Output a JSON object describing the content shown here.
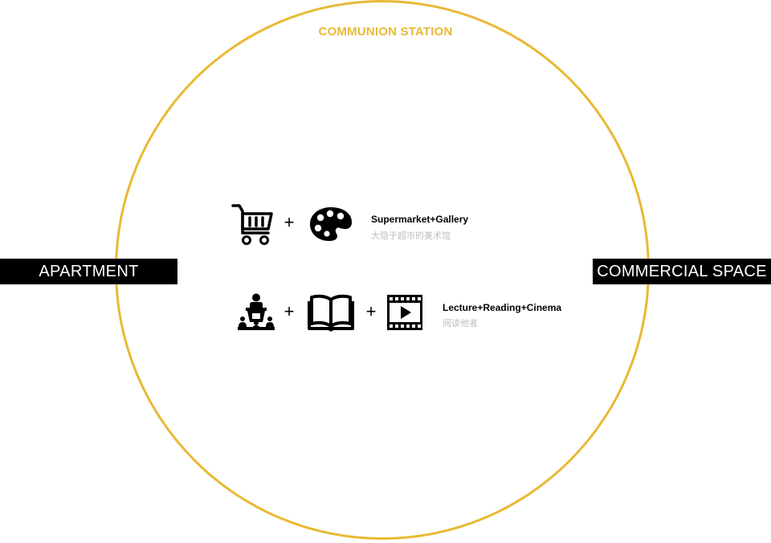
{
  "diagram": {
    "title": "COMMUNION STATION",
    "left_label": "APARTMENT",
    "right_label": "COMMERCIAL SPACE",
    "colors": {
      "ring": "#e9b934",
      "title": "#e9b934",
      "label_bg": "#000000",
      "label_text": "#ffffff",
      "subtitle": "#bdbdbd"
    },
    "combos": [
      {
        "icons": [
          "shopping-cart-icon",
          "palette-icon"
        ],
        "operator": "+",
        "title": "Supermarket+Gallery",
        "subtitle": "大隐于超市的美术馆"
      },
      {
        "icons": [
          "lecture-podium-icon",
          "open-book-icon",
          "film-play-icon"
        ],
        "operator": "+",
        "title": "Lecture+Reading+Cinema",
        "subtitle": "阅读他者"
      }
    ]
  }
}
